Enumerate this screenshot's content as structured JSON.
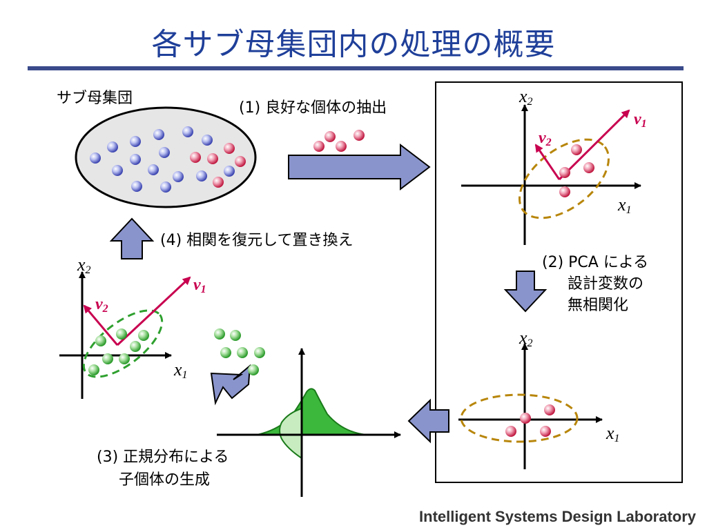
{
  "title": "各サブ母集団内の処理の概要",
  "labels": {
    "subpop": "サブ母集団",
    "step1": "(1) 良好な個体の抽出",
    "step2_line1": "(2) PCA による",
    "step2_line2": "設計変数の",
    "step2_line3": "無相関化",
    "step3_line1": "(3) 正規分布による",
    "step3_line2": "子個体の生成",
    "step4": "(4) 相関を復元して置き換え"
  },
  "axis_labels": {
    "x": "x",
    "x_sub": "1",
    "y": "x",
    "y_sub": "2",
    "v1": "v",
    "v1_sub": "1",
    "v2": "v",
    "v2_sub": "2"
  },
  "footer": "Intelligent Systems Design Laboratory",
  "colors": {
    "title": "#1f3f99",
    "rule": "#3a4a8a",
    "vector": "#c8004f",
    "arrow_fill": "#8a94cc",
    "ellipse_orange": "#b8860b",
    "ellipse_green": "#2ea02e",
    "gauss_green": "#3cb83c"
  }
}
